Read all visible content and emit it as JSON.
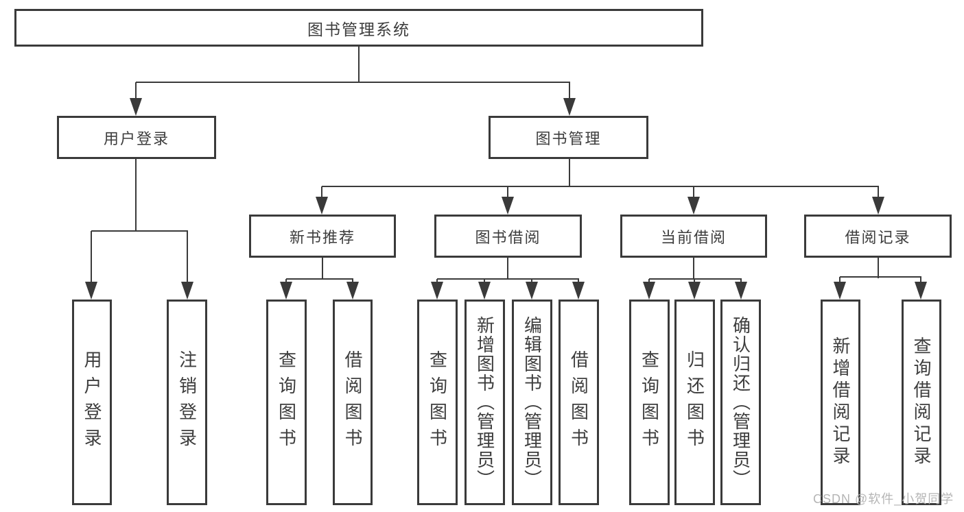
{
  "diagram": {
    "root": {
      "label": "图书管理系统"
    },
    "branches": [
      {
        "label": "用户登录",
        "children": [
          {
            "label": "用户登录"
          },
          {
            "label": "注销登录"
          }
        ]
      },
      {
        "label": "图书管理",
        "children": [
          {
            "label": "新书推荐",
            "children": [
              {
                "label": "查询图书"
              },
              {
                "label": "借阅图书"
              }
            ]
          },
          {
            "label": "图书借阅",
            "children": [
              {
                "label": "查询图书"
              },
              {
                "label": "新增图书（管理员）"
              },
              {
                "label": "编辑图书（管理员）"
              },
              {
                "label": "借阅图书"
              }
            ]
          },
          {
            "label": "当前借阅",
            "children": [
              {
                "label": "查询图书"
              },
              {
                "label": "归还图书"
              },
              {
                "label": "确认归还（管理员）"
              }
            ]
          },
          {
            "label": "借阅记录",
            "children": [
              {
                "label": "新增借阅记录"
              },
              {
                "label": "查询借阅记录"
              }
            ]
          }
        ]
      }
    ]
  },
  "watermark": "CSDN @软件_小贺同学",
  "colors": {
    "line": "#3a3a3a",
    "text": "#3d3d3d",
    "watermark": "#b5b5b5",
    "background": "#ffffff"
  }
}
